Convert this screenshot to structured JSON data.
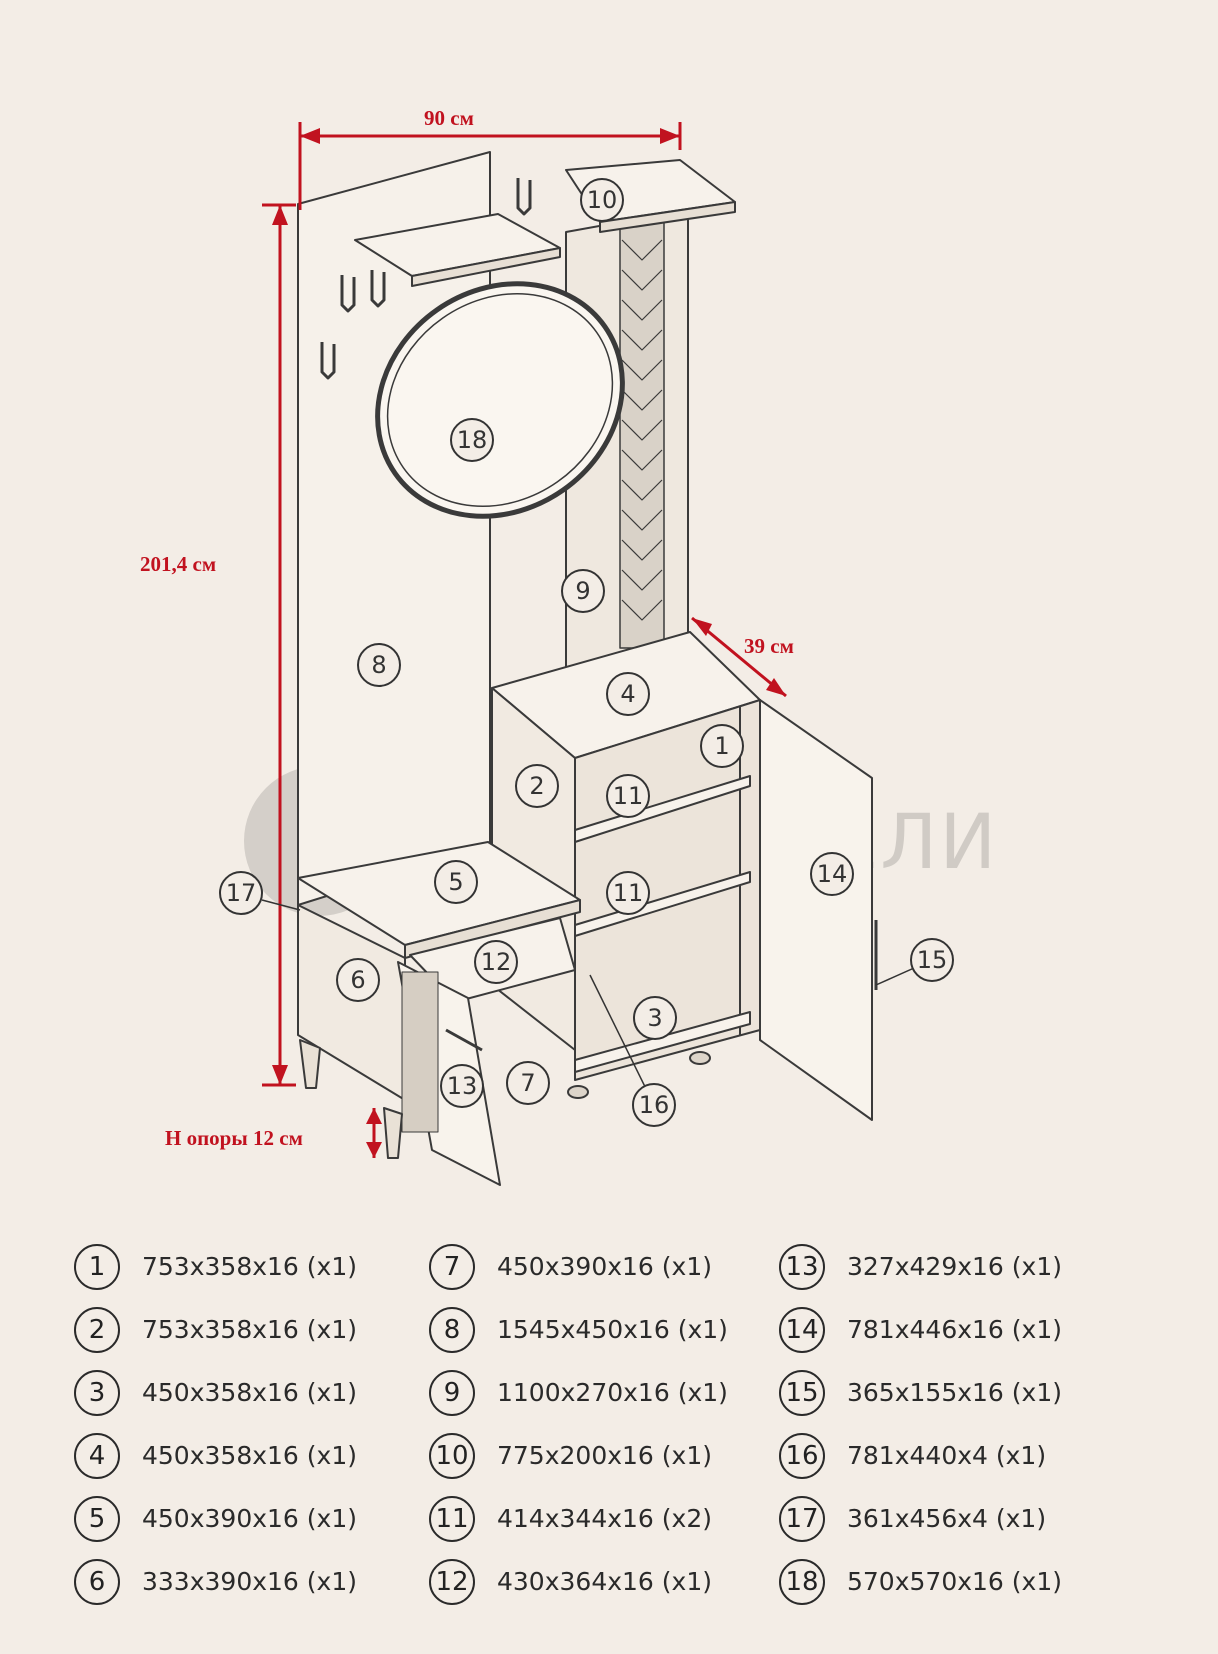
{
  "dimensions": {
    "width": "90 см",
    "height": "201,4 см",
    "depth": "39 см",
    "leg_height": "Н опоры 12 см"
  },
  "watermark": "САЙТ МЕБЕЛИ",
  "colors": {
    "dimension": "#c1121f",
    "line": "#3a3a3a",
    "paper": "#f3ede6"
  },
  "callouts": [
    "1",
    "2",
    "3",
    "4",
    "5",
    "6",
    "7",
    "8",
    "9",
    "10",
    "11",
    "11",
    "12",
    "13",
    "14",
    "15",
    "16",
    "17",
    "18"
  ],
  "parts": [
    {
      "num": "1",
      "size": "753х358х16 (х1)"
    },
    {
      "num": "2",
      "size": "753х358х16 (х1)"
    },
    {
      "num": "3",
      "size": "450х358х16 (х1)"
    },
    {
      "num": "4",
      "size": "450х358х16 (х1)"
    },
    {
      "num": "5",
      "size": "450х390х16 (х1)"
    },
    {
      "num": "6",
      "size": "333х390х16 (х1)"
    },
    {
      "num": "7",
      "size": "450х390х16 (х1)"
    },
    {
      "num": "8",
      "size": "1545х450х16 (х1)"
    },
    {
      "num": "9",
      "size": "1100х270х16 (х1)"
    },
    {
      "num": "10",
      "size": "775х200х16 (х1)"
    },
    {
      "num": "11",
      "size": "414х344х16 (х2)"
    },
    {
      "num": "12",
      "size": "430х364х16 (х1)"
    },
    {
      "num": "13",
      "size": "327х429х16 (х1)"
    },
    {
      "num": "14",
      "size": "781х446х16 (х1)"
    },
    {
      "num": "15",
      "size": "365х155х16 (х1)"
    },
    {
      "num": "16",
      "size": "781х440х4 (х1)"
    },
    {
      "num": "17",
      "size": "361х456х4 (х1)"
    },
    {
      "num": "18",
      "size": "570х570х16 (х1)"
    }
  ]
}
